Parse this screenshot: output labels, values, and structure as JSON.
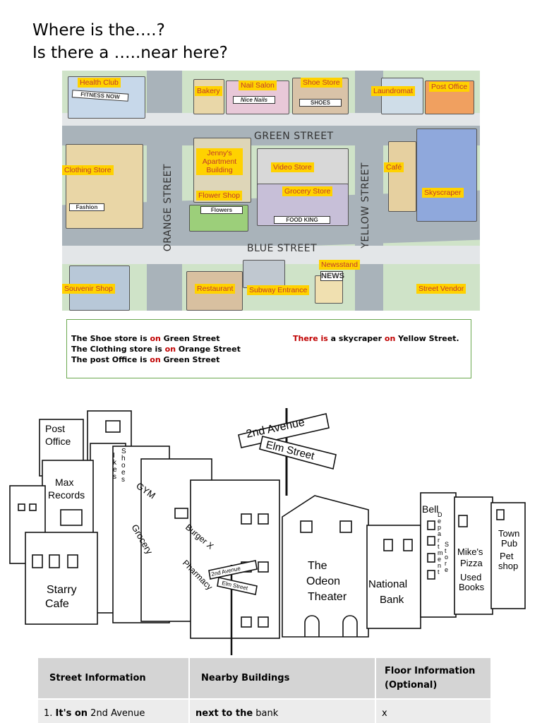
{
  "headings": {
    "line1": "Where is the….?",
    "line2": "Is there a …..near here?"
  },
  "map": {
    "streets": {
      "green": "GREEN STREET",
      "blue": "BLUE  STREET",
      "orange": "ORANGE STREET",
      "yellow": "YELLOW STREET"
    },
    "labels": {
      "health_club": "Health Club",
      "bakery": "Bakery",
      "nail_salon": "Nail Salon",
      "shoe_store": "Shoe Store",
      "laundromat": "Laundromat",
      "post_office": "Post Office",
      "clothing_store": "Clothing Store",
      "jennys": "Jenny's Apartment Building",
      "video_store": "Video Store",
      "cafe": "Café",
      "flower_shop": "Flower Shop",
      "grocery_store": "Grocery Store",
      "skyscraper": "Skyscraper",
      "newsstand": "Newsstand",
      "souvenir_shop": "Souvenir Shop",
      "restaurant": "Restaurant",
      "subway_entrance": "Subway Entrance",
      "street_vendor": "Street Vendor"
    },
    "signs": {
      "fitness": "FITNESS NOW",
      "nice_nails": "Nice Nails",
      "shoes": "SHOES",
      "fashion": "Fashion",
      "flowers": "Flowers",
      "food_king": "FOOD KING",
      "news": "NEWS"
    }
  },
  "examples": {
    "ex1": {
      "a": "The Shoe store is ",
      "on": "on",
      "b": " Green Street"
    },
    "ex2": {
      "a": "The Clothing store is ",
      "on": "on",
      "b": " Orange Street"
    },
    "ex3": {
      "a": "The post Office is ",
      "on": "on",
      "b": " Green Street"
    },
    "ex4": {
      "there": "There is",
      "a": " a skycraper ",
      "on": "on",
      "b": " Yellow Street."
    }
  },
  "drawing": {
    "post_office": [
      "Post",
      "Office"
    ],
    "max_records": [
      "Max",
      "Records"
    ],
    "ikes_shoes": [
      "I",
      "k",
      "e",
      "s",
      "S",
      "h",
      "o",
      "e",
      "s"
    ],
    "gym": "GYM",
    "grocery": "Grocery",
    "burger": "Burger X",
    "pharmacy": "Pharmacy",
    "starry_cafe": [
      "Starry",
      "Cafe"
    ],
    "sign_2nd_avenue": "2nd Avenue",
    "sign_elm_street": "Elm Street",
    "odeon": [
      "The",
      "Odeon",
      "Theater"
    ],
    "bank": [
      "National",
      "Bank"
    ],
    "bell": "Bell",
    "department_store": [
      "D",
      "e",
      "p",
      "a",
      "r",
      "t",
      "m",
      "e",
      "n",
      "t",
      "S",
      "t",
      "o",
      "r",
      "e"
    ],
    "mikes_pizza": [
      "Mike's",
      "Pizza"
    ],
    "used_books": [
      "Used",
      "Books"
    ],
    "town_pub": [
      "Town",
      "Pub"
    ],
    "pet_shop": [
      "Pet",
      "shop"
    ]
  },
  "table": {
    "headers": [
      "Street Information",
      "Nearby Buildings",
      "Floor Information (Optional)"
    ],
    "rows": [
      {
        "num": "1.",
        "its_on": "It's on",
        "street": "2nd Avenue",
        "next_to": "next to the",
        "building": "bank",
        "floor": "x"
      }
    ]
  }
}
